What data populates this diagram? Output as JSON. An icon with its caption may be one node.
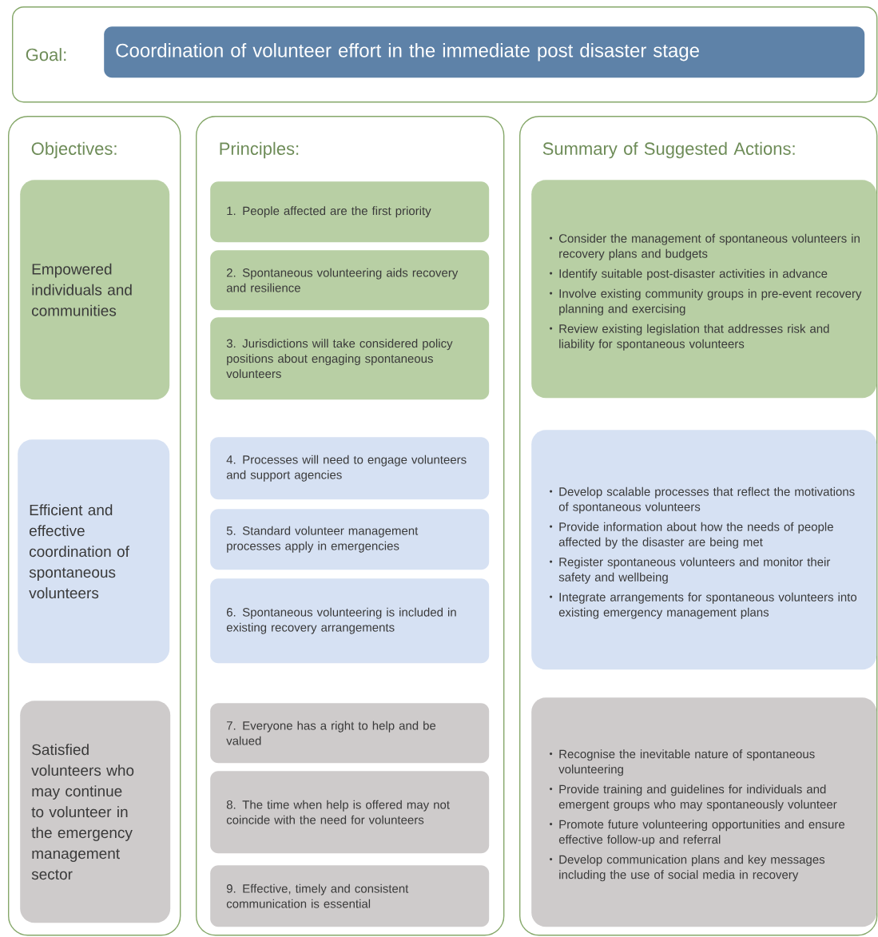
{
  "diagram": {
    "nodes": [
      {
        "text": [
          "Goal:"
        ]
      },
      {
        "text": [
          "Coordination of volunteer effort in the immediate post disaster stage"
        ],
        "in": 0
      },
      {
        "text": [
          "Objectives:"
        ]
      },
      {
        "text": [
          "Empowered individuals and communities"
        ],
        "in": 2
      },
      {
        "text": [
          "Efficient and effective coordination of spontaneous volunteers"
        ],
        "in": 2
      },
      {
        "text": [
          "Satisfied volunteers who may continue to volunteer in the emergency management sector"
        ],
        "in": 2
      },
      {
        "text": [
          "Principles:"
        ]
      },
      {
        "text": [
          "1. People affected are the first priority"
        ],
        "in": 6
      },
      {
        "text": [
          "2. Spontaneous volunteering aids recovery and resilience"
        ],
        "in": 6
      },
      {
        "text": [
          "3. Jurisdictions will take considered policy positions about engaging spontaneous volunteers"
        ],
        "in": 6
      },
      {
        "text": [
          "4. Processes will need to engage volunteers and support agencies"
        ],
        "in": 6
      },
      {
        "text": [
          "5. Standard volunteer management processes apply in emergencies"
        ],
        "in": 6
      },
      {
        "text": [
          "6. Spontaneous volunteering is included in existing recovery arrangements"
        ],
        "in": 6
      },
      {
        "text": [
          "7. Everyone has a right to help and be valued"
        ],
        "in": 6
      },
      {
        "text": [
          "8. The time when help is offered may not coincide with the need for volunteers"
        ],
        "in": 6
      },
      {
        "text": [
          "9. Effective, timely and consistent communication is essential"
        ],
        "in": 6
      },
      {
        "text": [
          "Summary of Suggested Actions:"
        ]
      },
      {
        "text": [
          "Consider the management of spontaneous volunteers in recovery plans and budgets",
          "Identify suitable post-disaster activities in advance",
          "Involve existing community groups in pre-event recovery planning and exercising",
          "Review existing legislation that addresses risk and liability for spontaneous volunteers"
        ],
        "in": 16
      },
      {
        "text": [
          "Develop scalable processes that reflect the motivations of spontaneous volunteers",
          "Provide information about how the needs of people affected by the disaster are being met",
          "Register spontaneous volunteers and monitor their safety and wellbeing",
          "Integrate arrangements for spontaneous volunteers into existing emergency management plans"
        ],
        "in": 16
      },
      {
        "text": [
          "Recognise the inevitable nature of spontaneous volunteering",
          "Provide training and guidelines for individuals and emergent groups who may spontaneously volunteer",
          "Promote future volunteering opportunities and ensure effective follow-up and referral",
          "Develop communication plans and key messages including the use of social media in recovery"
        ],
        "in": 16
      }
    ]
  }
}
